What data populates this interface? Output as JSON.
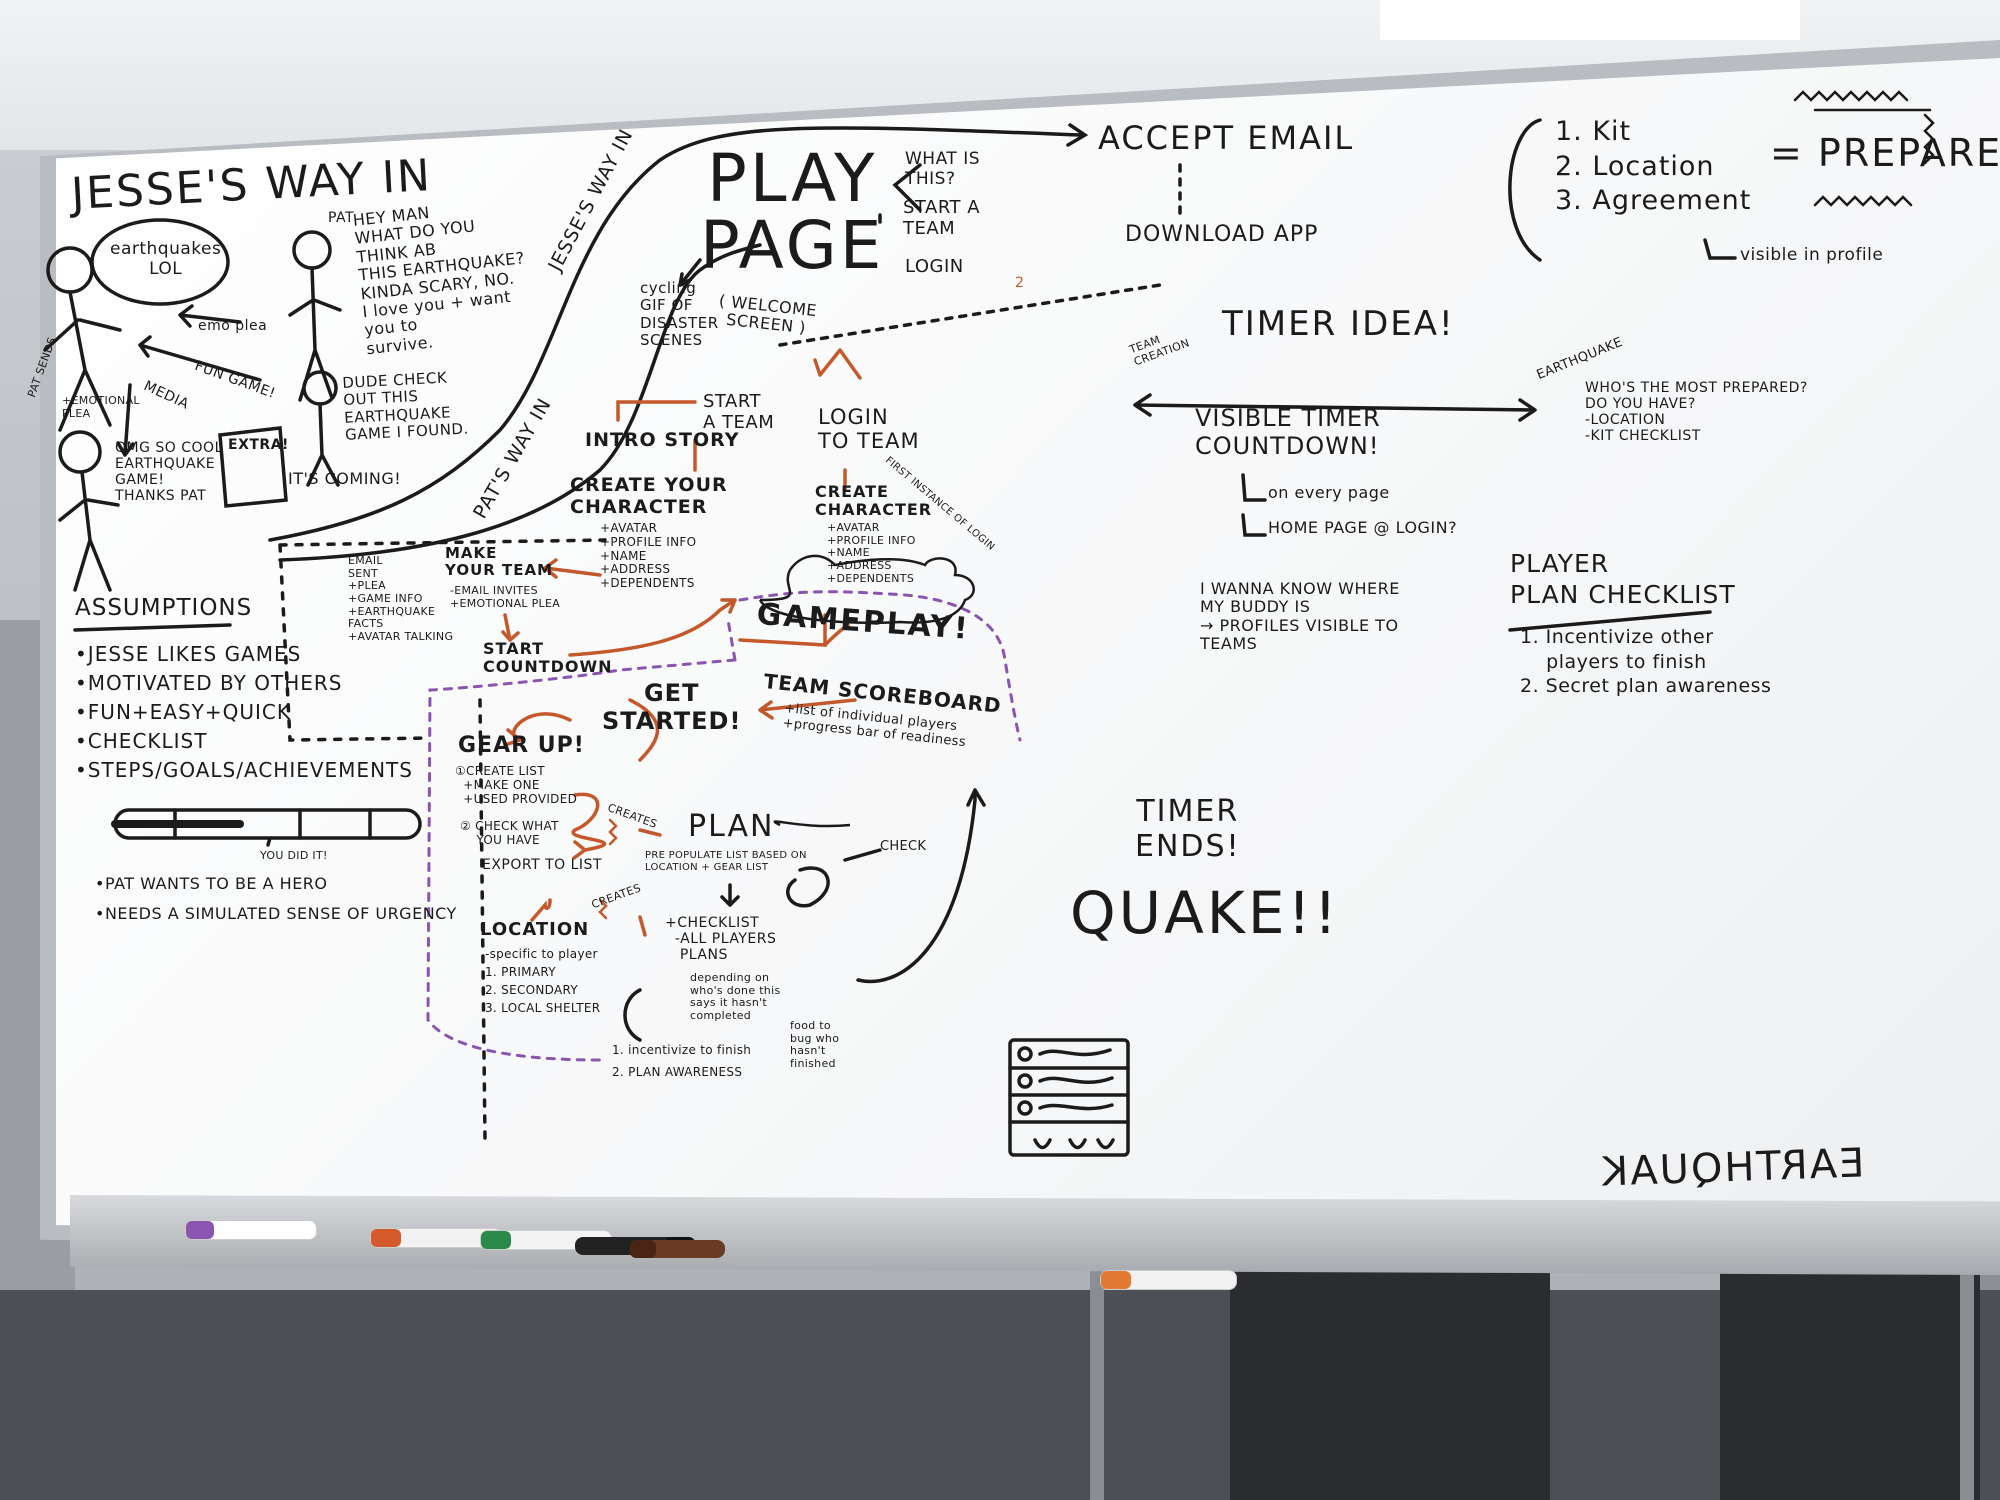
{
  "board": {
    "jesse_title": "JESSE'S WAY IN",
    "bubble_jesse": "earthquakes\nLOL",
    "pat_label": "PAT",
    "pat_speech": "HEY MAN\nWHAT DO YOU\nTHINK AB\nTHIS EARTHQUAKE?\nKINDA SCARY, NO.\nI love you + want\nyou to\nsurvive.",
    "emo_plea": "emo plea",
    "pat_sends": "PAT SENDS",
    "emotional_plea": "+EMOTIONAL\nPLEA",
    "media": "MEDIA",
    "fun_game": "FUN GAME!",
    "dude_check": "DUDE CHECK\nOUT THIS\nEARTHQUAKE\nGAME I FOUND.",
    "omg_so_cool": "OMG SO COOL\nEARTHQUAKE\nGAME!\nTHANKS PAT",
    "extra": "EXTRA!",
    "its_coming": "IT'S COMING!",
    "jesse_way_road": "JESSE'S WAY IN",
    "pat_way_road": "PAT'S WAY IN",
    "play_page": "PLAY\nPAGE",
    "welcome_screen": "( WELCOME\nSCREEN )",
    "cycling_gif": "cycling\nGIF OF\nDISASTER\nSCENES",
    "what_is_this": "WHAT IS\nTHIS?",
    "start_a_team_top": "START A\nTEAM",
    "login": "LOGIN",
    "accept_email": "ACCEPT EMAIL",
    "download_app": "DOWNLOAD APP",
    "kit_list": "1. Kit\n2. Location\n3. Agreement",
    "equals_prepared": "= PREPARED",
    "visible_in_profile": "visible in profile",
    "team_creation": "TEAM\nCREATION",
    "timer_idea": "TIMER IDEA!",
    "earthquake_small": "EARTHQUAKE",
    "who_most_prepared": "WHO'S THE MOST PREPARED?\nDO YOU HAVE?\n-LOCATION\n-KIT CHECKLIST",
    "visible_timer": "VISIBLE TIMER\nCOUNTDOWN!",
    "on_every_page": "on every page",
    "home_page_login": "HOME PAGE @ LOGIN?",
    "buddy": "I WANNA KNOW WHERE\nMY BUDDY IS\n→ PROFILES VISIBLE TO\nTEAMS",
    "player_plan_title": "PLAYER\nPLAN CHECKLIST",
    "player_plan_items": "1. Incentivize other\n    players to finish\n2. Secret plan awareness",
    "start_a_team": "START\nA TEAM",
    "login_to_team": "LOGIN\nTO TEAM",
    "first_instance": "FIRST INSTANCE OF LOGIN",
    "intro_story": "INTRO STORY",
    "create_character": "CREATE YOUR\nCHARACTER",
    "create_character_items": "+AVATAR\n+PROFILE INFO\n+NAME\n+ADDRESS\n+DEPENDENTS",
    "create_character_2": "CREATE\nCHARACTER",
    "create_character_2_items": "+AVATAR\n+PROFILE INFO\n+NAME\n+ADDRESS\n+DEPENDENTS",
    "email_sent": "EMAIL\nSENT\n+PLEA\n+GAME INFO\n+EARTHQUAKE\nFACTS\n+AVATAR TALKING",
    "make_your_team": "MAKE\nYOUR TEAM",
    "make_team_items": "-EMAIL INVITES\n+EMOTIONAL PLEA",
    "start_countdown": "START\nCOUNTDOWN",
    "gameplay": "GAMEPLAY!",
    "team_scoreboard": "TEAM SCOREBOARD",
    "scoreboard_items": "+list of individual players\n+progress bar of readiness",
    "get_started": "GET\nSTARTED!",
    "gear_up": "GEAR UP!",
    "gear_up_items": "①CREATE LIST\n  +MAKE ONE\n  +USED PROVIDED",
    "check_what": "② CHECK WHAT\n    YOU HAVE",
    "export_to_list": "EXPORT TO LIST",
    "creates_1": "CREATES",
    "creates_2": "CREATES",
    "plan": "PLAN",
    "plan_sub": "PRE POPULATE LIST BASED ON\nLOCATION + GEAR LIST",
    "check": "CHECK",
    "checklist": "+CHECKLIST\n  -ALL PLAYERS\n   PLANS",
    "depending": "depending on\nwho's done this\nsays it hasn't\ncompleted",
    "food_to": "food to\nbug who\nhasn't\nfinished",
    "location": "LOCATION",
    "location_items": "-specific to player\n1. PRIMARY\n2. SECONDARY\n3. LOCAL SHELTER",
    "incentivize_list": "1. incentivize to finish\n2. PLAN AWARENESS",
    "assumptions": "ASSUMPTIONS",
    "assumption_items": "•JESSE LIKES GAMES\n•MOTIVATED BY OTHERS\n•FUN+EASY+QUICK\n•CHECKLIST\n•STEPS/GOALS/ACHIEVEMENTS",
    "you_did_it": "YOU DID IT!",
    "pat_hero": "•PAT WANTS TO BE A HERO",
    "urgency": "•NEEDS A SIMULATED SENSE OF URGENCY",
    "timer_ends": "TIMER\nENDS!",
    "quake": "QUAKE!!",
    "earthquak_mirror": "EARTHQUAK",
    "num_2": "2"
  },
  "colors": {
    "ink_black": "#1b1b1b",
    "ink_orange": "#c4582b",
    "ink_purple": "#8a55b0",
    "board_white": "#ffffff",
    "frame": "#b9bcc0"
  },
  "markers": [
    "purple-marker",
    "orange-marker",
    "red-marker",
    "green-marker",
    "black-marker",
    "brown-marker",
    "orange-marker-2"
  ]
}
